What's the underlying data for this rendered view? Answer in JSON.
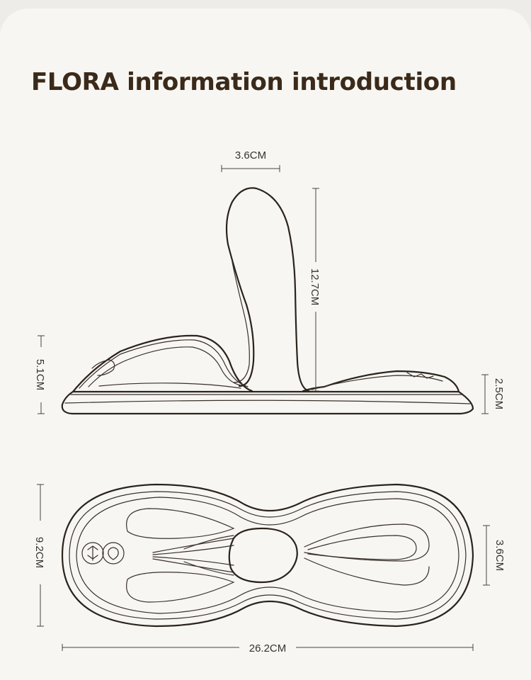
{
  "title": "FLORA information introduction",
  "side_view": {
    "width_label": "3.6CM",
    "height_label": "12.7CM",
    "left_height_label": "5.1CM",
    "right_height_label": "2.5CM"
  },
  "top_view": {
    "left_width_label": "9.2CM",
    "right_width_label": "3.6CM",
    "length_label": "26.2CM"
  },
  "colors": {
    "title": "#3b2a1a",
    "outline": "#2b231c",
    "background": "#f7f6f2"
  }
}
